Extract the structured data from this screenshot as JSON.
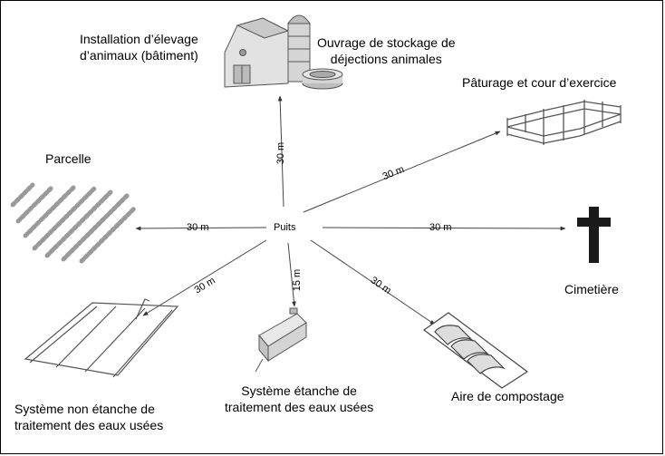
{
  "center_label": "Puits",
  "labels": {
    "barn": [
      "Installation d’élevage",
      "d’animaux (bâtiment)"
    ],
    "manure_storage": [
      "Ouvrage de stockage de",
      "déjections animales"
    ],
    "pasture": "Pâturage et cour d’exercice",
    "field": "Parcelle",
    "cemetery": "Cimetière",
    "compost": "Aire de compostage",
    "sealed_system": [
      "Système étanche de",
      "traitement des eaux usées"
    ],
    "unsealed_system": [
      "Système non étanche de",
      "traitement des eaux usées"
    ]
  },
  "distances": {
    "to_barn": "30 m",
    "to_pasture": "30 m",
    "to_field": "30 m",
    "to_cemetery": "30 m",
    "to_unsealed_system": "30 m",
    "to_sealed_system": "15 m",
    "to_compost": "30 m"
  }
}
